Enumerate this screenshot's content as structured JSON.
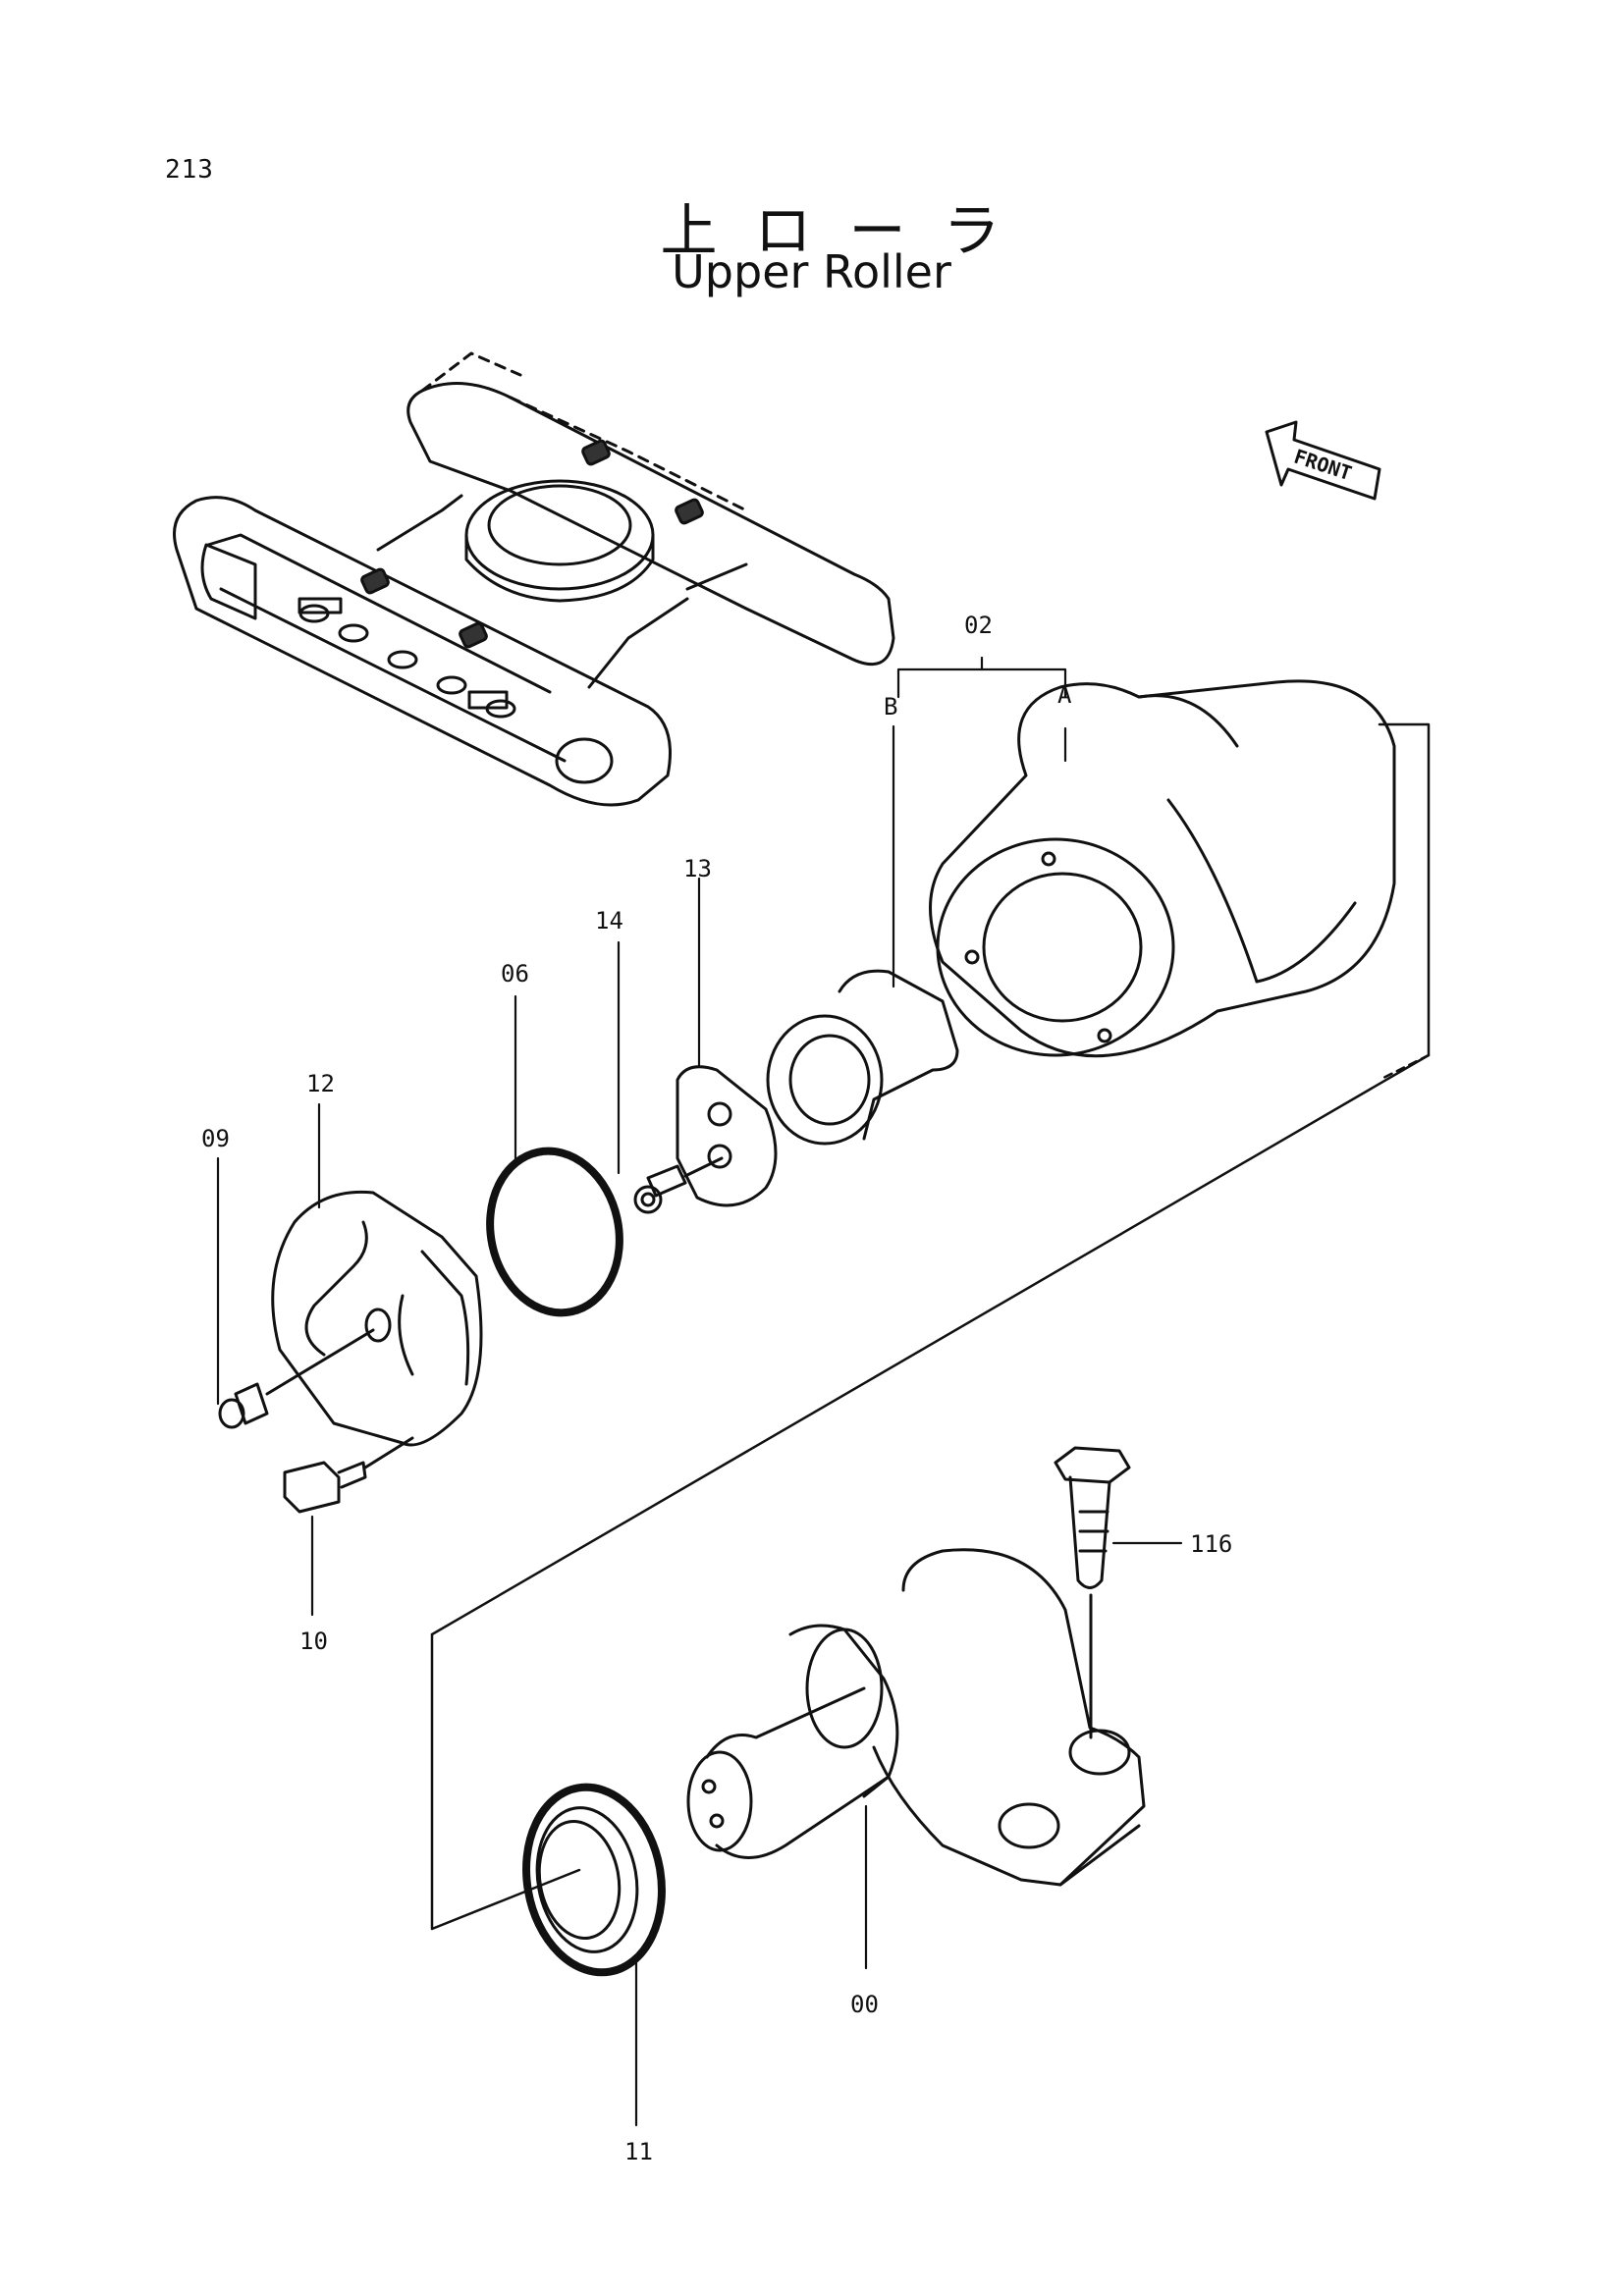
{
  "page": {
    "number": "213",
    "title_jp": "上ローラ",
    "title_en": "Upper Roller"
  },
  "front_marker": {
    "label": "FRONT"
  },
  "callouts": {
    "c02": "02",
    "cA": "A",
    "cB": "B",
    "c13": "13",
    "c14": "14",
    "c06": "06",
    "c12": "12",
    "c09": "09",
    "c10": "10",
    "c116": "116",
    "c00": "00",
    "c11": "11"
  }
}
